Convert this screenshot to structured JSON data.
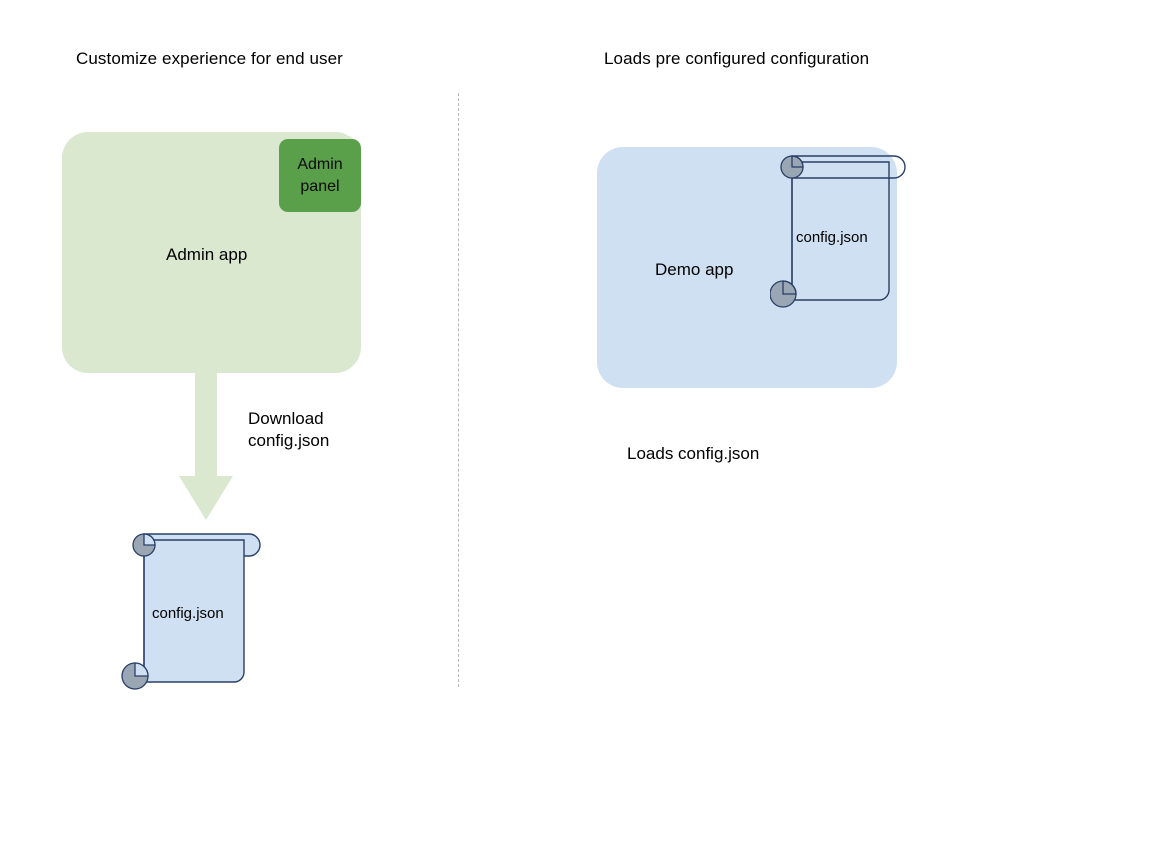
{
  "columns": {
    "left": {
      "title": "Customize experience for end user",
      "app_label": "Admin app",
      "chip_label": "Admin\npanel",
      "chip_line1": "Admin",
      "chip_line2": "panel",
      "arrow_line1": "Download",
      "arrow_line2": "config.json",
      "document_label": "config.json"
    },
    "right": {
      "title": "Loads pre configured configuration",
      "app_label": "Demo app",
      "document_label": "config.json",
      "caption": "Loads config.json"
    }
  },
  "colors": {
    "admin_app_fill": "#d9e8ce",
    "admin_panel_fill": "#5aa04a",
    "demo_app_fill": "#cfe0f3",
    "document_fill": "#cfe0f3",
    "document_stroke": "#2a3f66",
    "curl_fill": "#9aa6b4",
    "arrow_fill": "#d9e8ce",
    "divider_stroke": "#b9b9bf",
    "text": "#000000"
  },
  "icons": {
    "document": "document-scroll-icon",
    "arrow": "arrow-down-icon",
    "divider": "vertical-dashed-divider"
  }
}
